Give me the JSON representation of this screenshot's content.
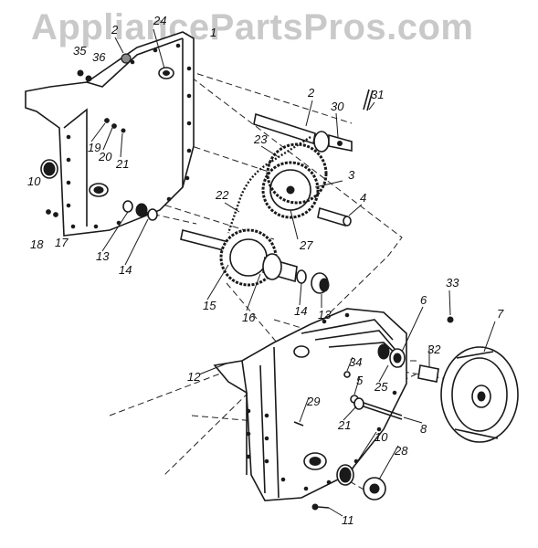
{
  "watermark": "AppliancePartsPros.com",
  "callouts": {
    "c1": "1",
    "c2a": "2",
    "c2b": "2",
    "c3": "3",
    "c4": "4",
    "c5": "5",
    "c6": "6",
    "c7": "7",
    "c8": "8",
    "c10a": "10",
    "c10b": "10",
    "c11": "11",
    "c12": "12",
    "c13a": "13",
    "c13b": "13",
    "c14a": "14",
    "c14b": "14",
    "c15": "15",
    "c16": "16",
    "c17": "17",
    "c18": "18",
    "c19": "19",
    "c20": "20",
    "c21a": "21",
    "c21b": "21",
    "c22": "22",
    "c23": "23",
    "c24": "24",
    "c25": "25",
    "c27": "27",
    "c28": "28",
    "c29": "29",
    "c30": "30",
    "c31": "31",
    "c32": "32",
    "c33": "33",
    "c34": "34",
    "c35": "35",
    "c36": "36"
  }
}
